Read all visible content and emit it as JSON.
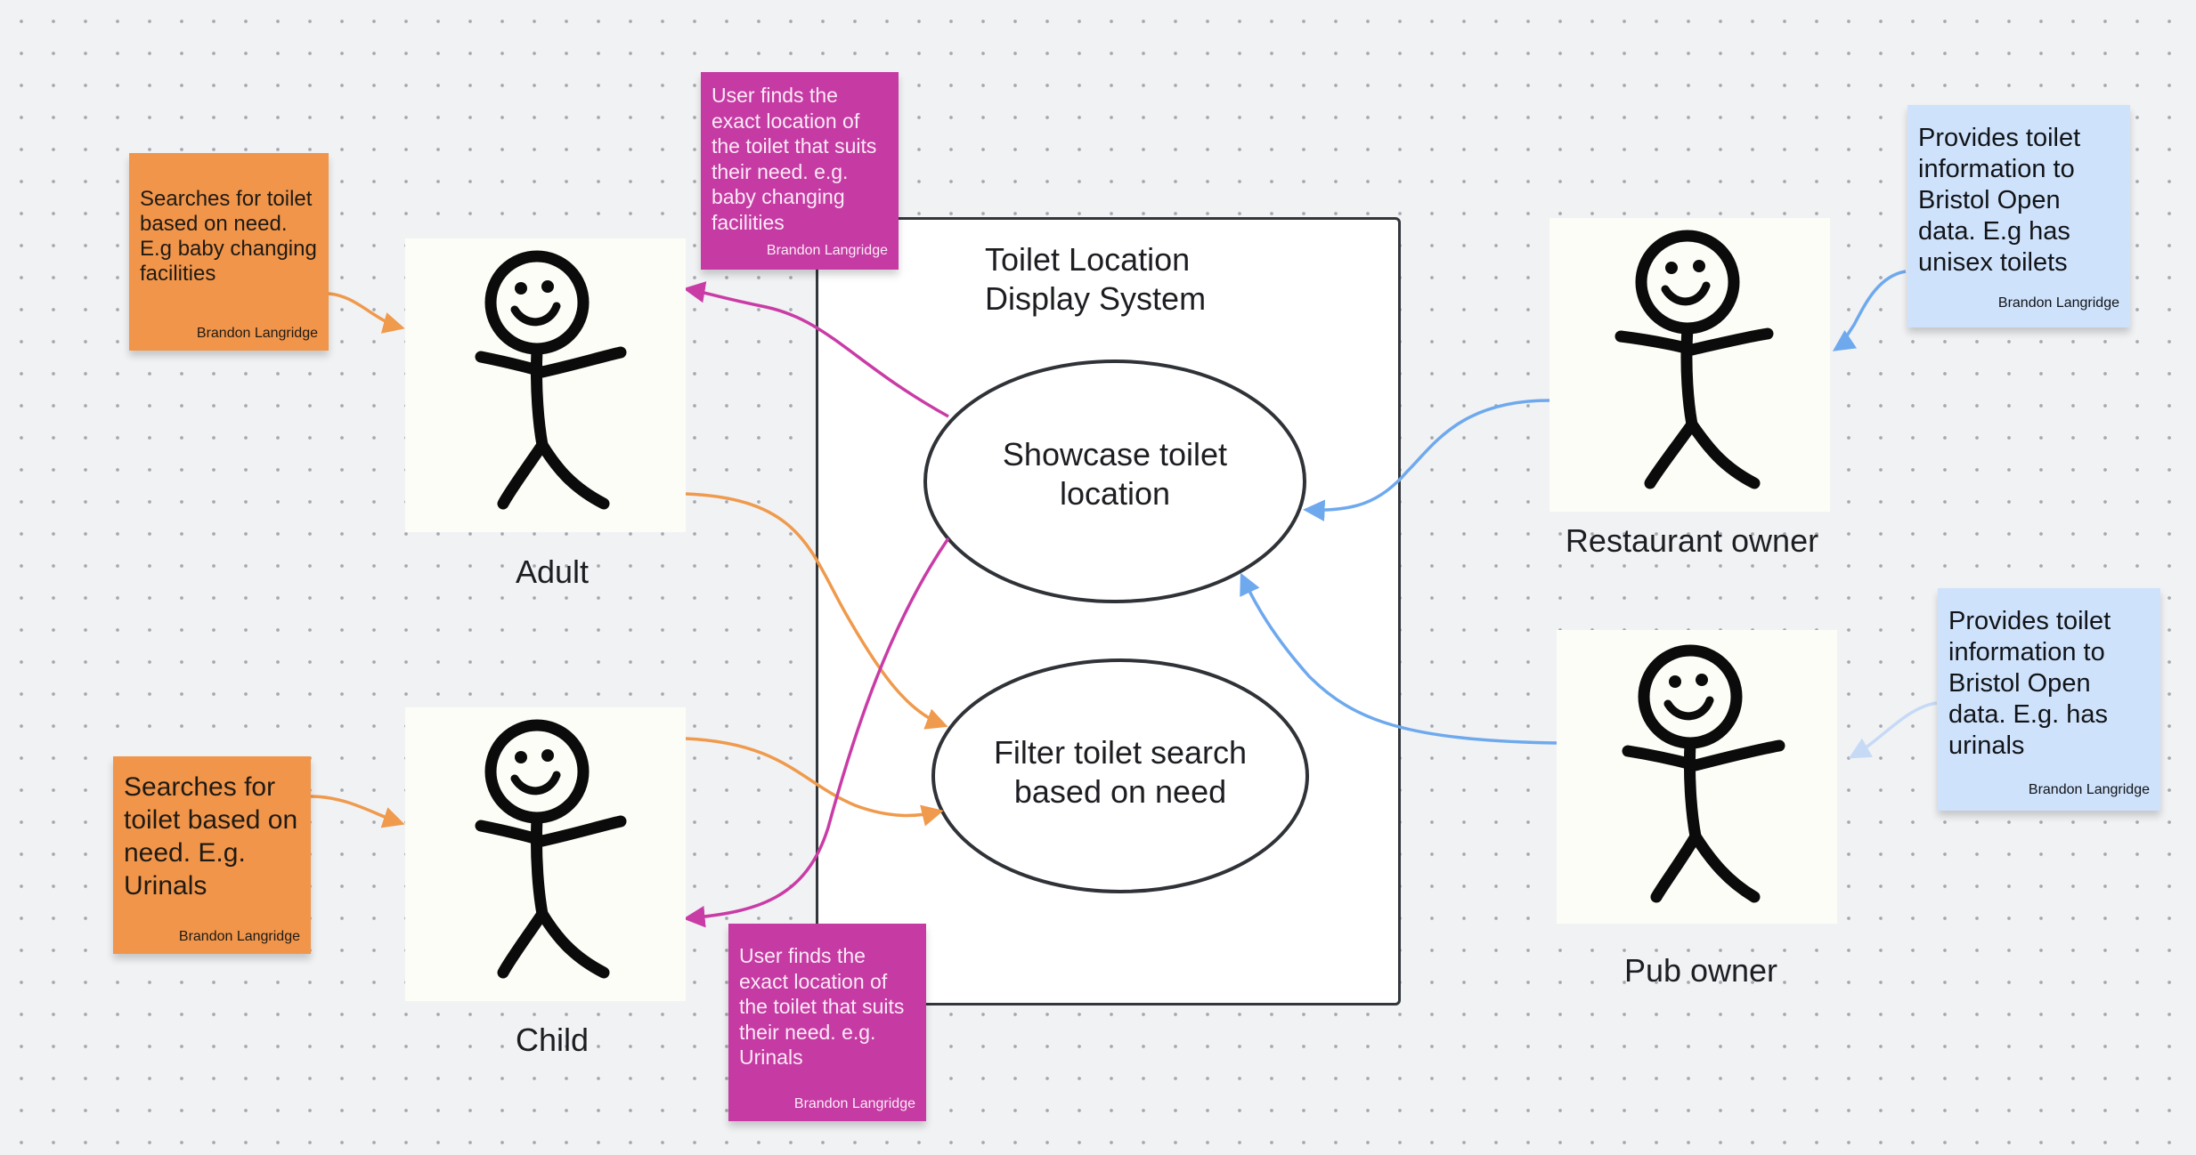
{
  "system": {
    "title": "Toilet Location\nDisplay System"
  },
  "use_cases": {
    "showcase": "Showcase toilet\nlocation",
    "filter": "Filter toilet search\nbased on need"
  },
  "actors": {
    "adult": "Adult",
    "child": "Child",
    "restaurant_owner": "Restaurant owner",
    "pub_owner": "Pub owner"
  },
  "notes": {
    "adult_search": {
      "text": "Searches for toilet based on need. E.g baby changing facilities",
      "author": "Brandon Langridge"
    },
    "child_search": {
      "text": "Searches for toilet based on need. E.g. Urinals",
      "author": "Brandon Langridge"
    },
    "adult_finds": {
      "text": "User finds the exact location of the toilet that suits their need. e.g. baby changing facilities",
      "author": "Brandon Langridge"
    },
    "child_finds": {
      "text": "User finds the exact location of the toilet that suits their need. e.g. Urinals",
      "author": "Brandon Langridge"
    },
    "restaurant_provides": {
      "text": "Provides toilet information to Bristol Open data. E.g has unisex toilets",
      "author": "Brandon Langridge"
    },
    "pub_provides": {
      "text": "Provides toilet information to Bristol Open data. E.g. has urinals",
      "author": "Brandon Langridge"
    }
  },
  "colors": {
    "orange": "#f1954a",
    "magenta": "#c53aa3",
    "blue": "#cfe2fb",
    "arrow_orange": "#ef9a4c",
    "arrow_magenta": "#c93ca6",
    "arrow_blue": "#6ea9ee"
  }
}
